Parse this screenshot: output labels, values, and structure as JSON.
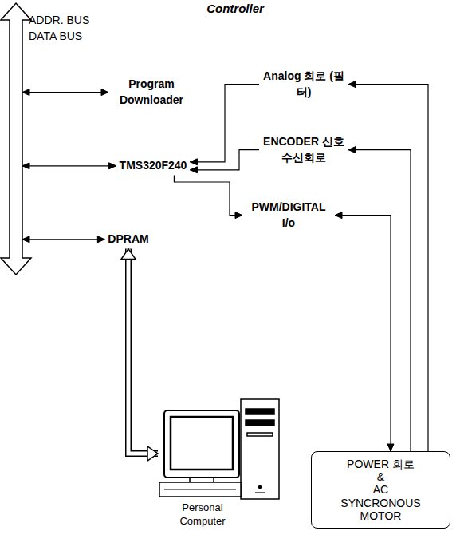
{
  "diagram": {
    "title": "Controller",
    "nodes": [
      {
        "text": [
          "ADDR. BUS DATA BUS"
        ]
      },
      {
        "text": [
          "Program Downloader"
        ]
      },
      {
        "text": [
          "Analog 회로 (필터)"
        ]
      },
      {
        "text": [
          "TMS320F240"
        ]
      },
      {
        "text": [
          "ENCODER 신호수신회로"
        ]
      },
      {
        "text": [
          "PWM/DIGITAL I/o"
        ]
      },
      {
        "text": [
          "DPRAM"
        ]
      },
      {
        "text": [
          "Personal Computer"
        ]
      },
      {
        "text": [
          "POWER 회로",
          "&",
          "AC SYNCRONOUS MOTOR"
        ]
      }
    ],
    "edges": [
      {
        "from": 0,
        "to": 1,
        "arrow": "both"
      },
      {
        "from": 0,
        "to": 3,
        "arrow": "both"
      },
      {
        "from": 0,
        "to": 6,
        "arrow": "both"
      },
      {
        "from": 2,
        "to": 3,
        "arrow": "to"
      },
      {
        "from": 4,
        "to": 3,
        "arrow": "to"
      },
      {
        "from": 3,
        "to": 5,
        "arrow": "to"
      },
      {
        "from": 6,
        "to": 7,
        "arrow": "both"
      },
      {
        "from": 5,
        "to": 8,
        "arrow": "both"
      },
      {
        "from": 8,
        "to": 4,
        "arrow": "to"
      },
      {
        "from": 8,
        "to": 2,
        "arrow": "to"
      }
    ]
  }
}
